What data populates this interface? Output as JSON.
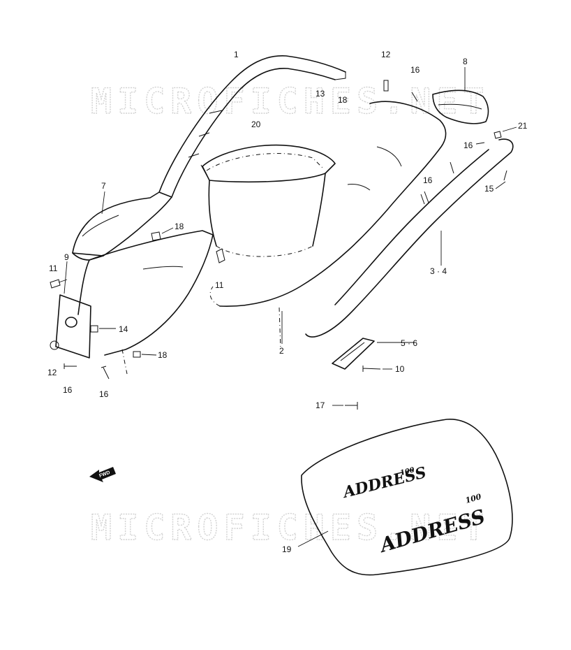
{
  "watermark": "MICROFICHES.NET",
  "callouts": {
    "c1": "1",
    "c2": "2",
    "c7": "7",
    "c8": "8",
    "c9": "9",
    "c10": "10",
    "c11a": "11",
    "c11b": "11",
    "c12a": "12",
    "c12b": "12",
    "c13": "13",
    "c14": "14",
    "c15": "15",
    "c16a": "16",
    "c16b": "16",
    "c16c": "16",
    "c16d": "16",
    "c16e": "16",
    "c17": "17",
    "c18a": "18",
    "c18b": "18",
    "c18c": "18",
    "c19": "19",
    "c20": "20",
    "c21": "21",
    "c34": "3 · 4",
    "c56": "5 · 6"
  },
  "fwd_arrow_label": "FWD",
  "decal": {
    "brand": "ADDRESS",
    "model": "100"
  }
}
